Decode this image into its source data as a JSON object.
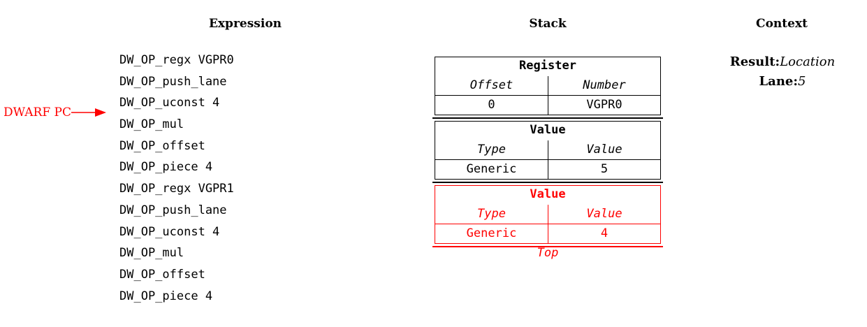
{
  "headers": {
    "expression": "Expression",
    "stack": "Stack",
    "context": "Context"
  },
  "expression": [
    "DW_OP_regx VGPR0",
    "DW_OP_push_lane",
    "DW_OP_uconst 4",
    "DW_OP_mul",
    "DW_OP_offset",
    "DW_OP_piece 4",
    "DW_OP_regx VGPR1",
    "DW_OP_push_lane",
    "DW_OP_uconst 4",
    "DW_OP_mul",
    "DW_OP_offset",
    "DW_OP_piece 4"
  ],
  "pc_label": "DWARF PC",
  "pc_index": 3,
  "stack": [
    {
      "title": "Register",
      "col1_header": "Offset",
      "col2_header": "Number",
      "col1_value": "0",
      "col2_value": "VGPR0"
    },
    {
      "title": "Value",
      "col1_header": "Type",
      "col2_header": "Value",
      "col1_value": "Generic",
      "col2_value": "5"
    },
    {
      "title": "Value",
      "col1_header": "Type",
      "col2_header": "Value",
      "col1_value": "Generic",
      "col2_value": "4"
    }
  ],
  "top_label": "Top",
  "context": {
    "result_key": "Result:",
    "result_value": "Location",
    "lane_key": "Lane:",
    "lane_value": "5"
  },
  "colors": {
    "highlight": "#ff0000",
    "text": "#000000"
  }
}
